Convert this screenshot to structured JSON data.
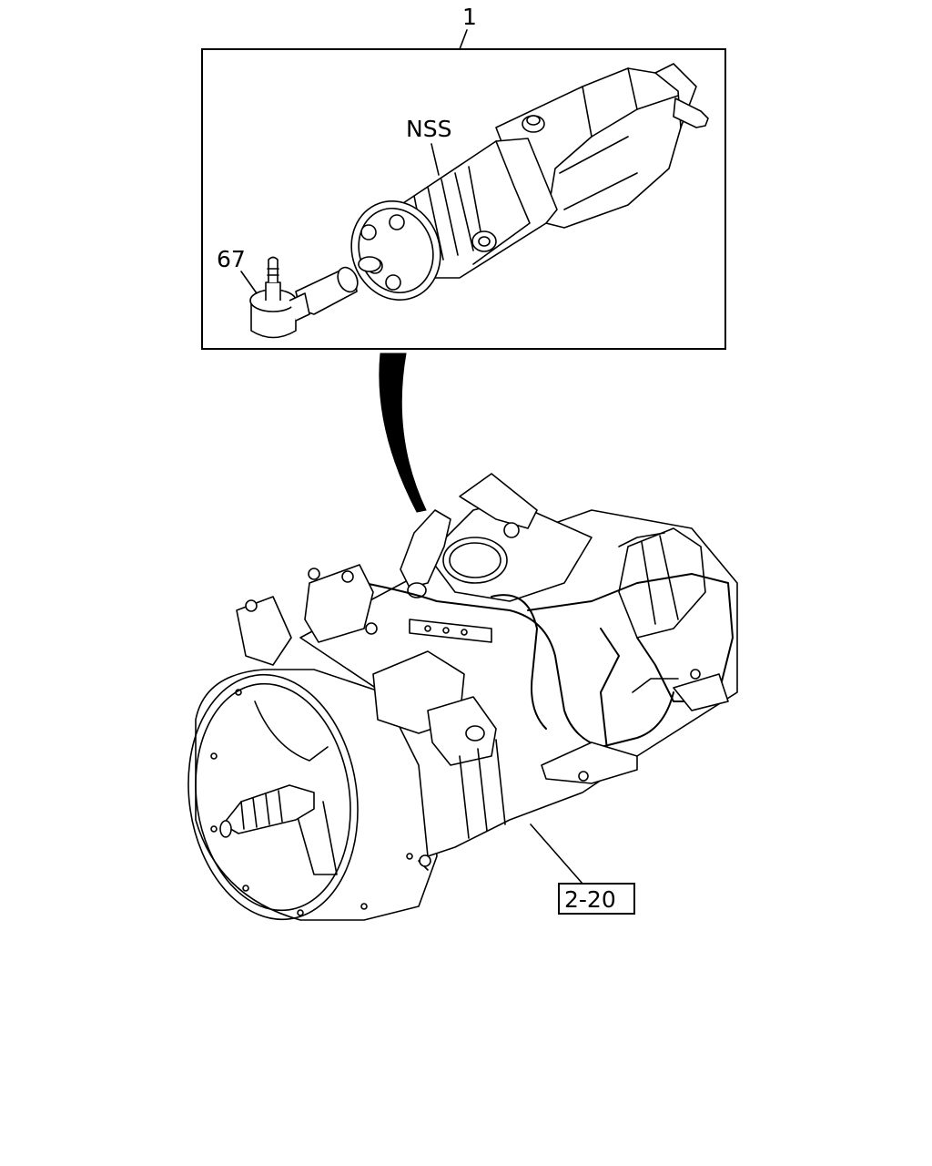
{
  "labels": {
    "assembly": "1",
    "nss": "NSS",
    "part_67": "67",
    "ref": "2-20"
  }
}
